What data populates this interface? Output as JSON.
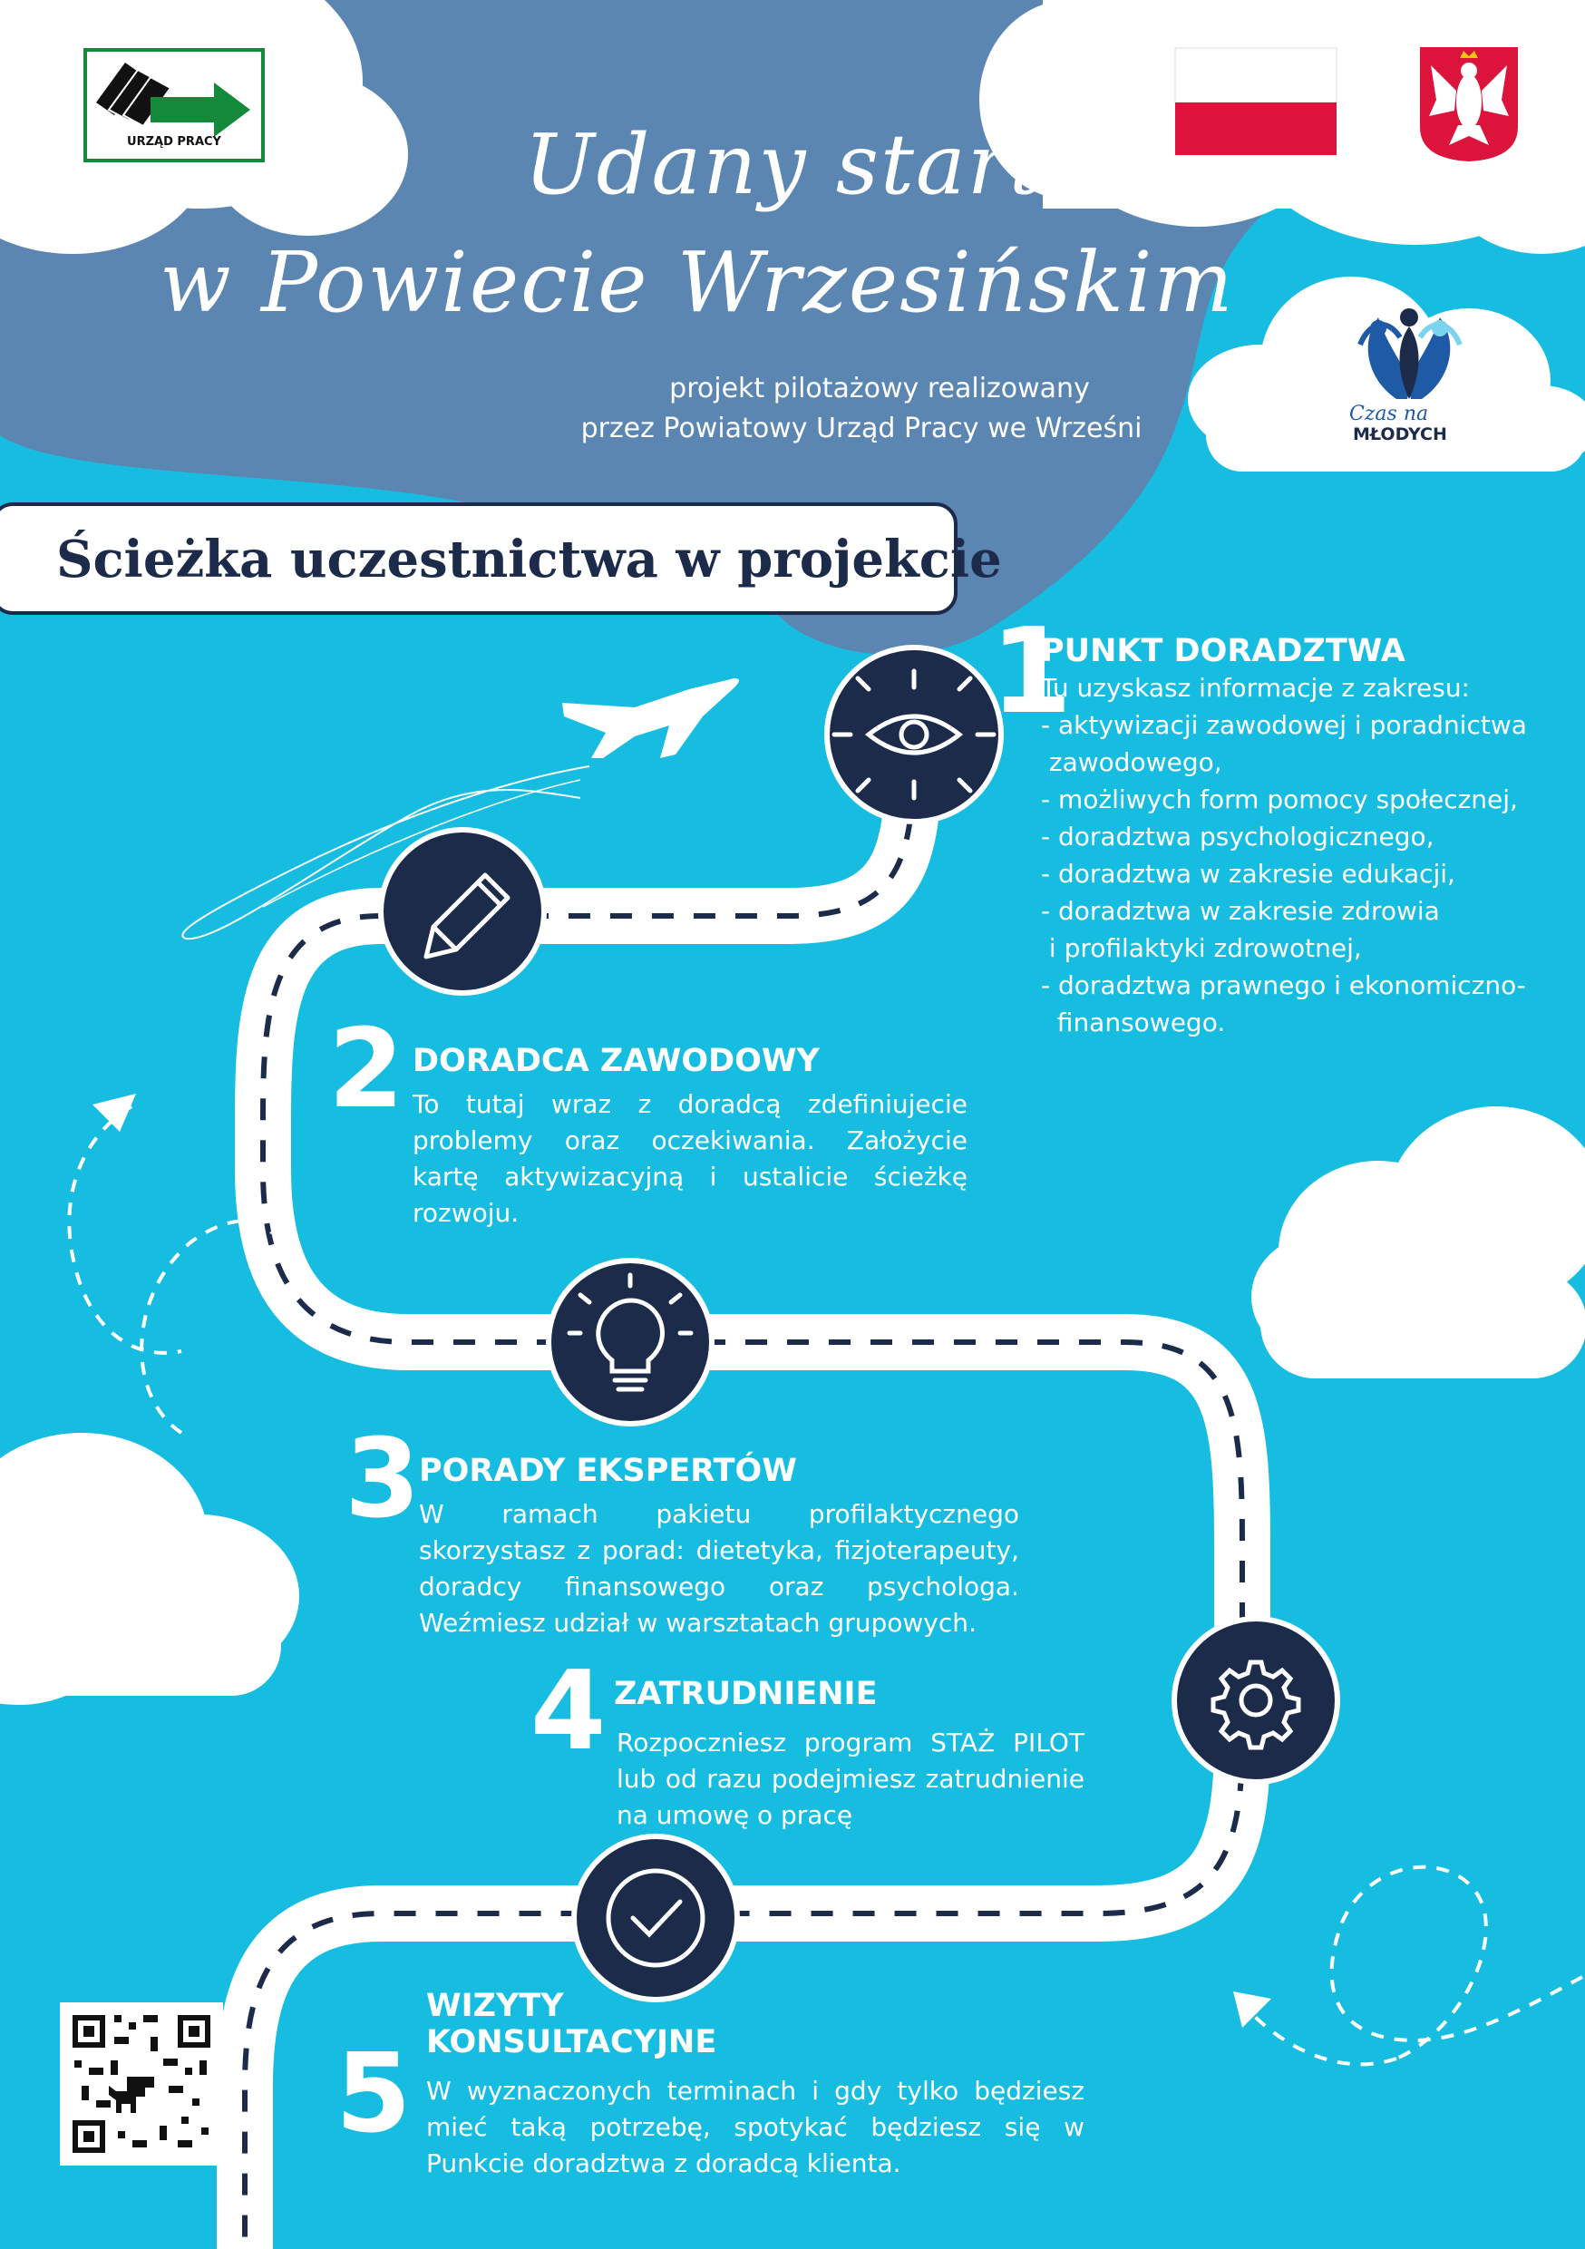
{
  "header": {
    "logo_left_text": "URZĄD PRACY",
    "title_line1": "Udany start",
    "title_line2": "w Powiecie Wrzesińskim",
    "subtitle_line1": "projekt pilotażowy realizowany",
    "subtitle_line2": "przez Powiatowy Urząd Pracy we Wrześni",
    "czas_logo_line1": "Czas na",
    "czas_logo_line2": "MŁODYCH"
  },
  "banner": {
    "text": "Ścieżka uczestnictwa w projekcie"
  },
  "colors": {
    "sky": "#17bde0",
    "navy": "#1c2b4a",
    "blob": "#5b86b2",
    "white": "#ffffff",
    "flag_red": "#dc143c",
    "logo_green": "#138a3a"
  },
  "steps": [
    {
      "number": "1",
      "heading": "PUNKT DORADZTWA",
      "icon": "eye-icon",
      "intro": "Tu uzyskasz informacje z zakresu:",
      "lines": [
        "- aktywizacji zawodowej i poradnictwa",
        " zawodowego,",
        "- możliwych form pomocy społecznej,",
        "- doradztwa psychologicznego,",
        "- doradztwa w zakresie edukacji,",
        "- doradztwa w zakresie zdrowia",
        " i profilaktyki zdrowotnej,",
        "- doradztwa prawnego i ekonomiczno-",
        "  finansowego."
      ]
    },
    {
      "number": "2",
      "heading": "DORADCA ZAWODOWY",
      "icon": "pencil-icon",
      "text": "To tutaj wraz z doradcą zdefiniujecie problemy oraz oczekiwania. Założycie kartę aktywizacyjną i ustalicie ścieżkę rozwoju."
    },
    {
      "number": "3",
      "heading": "PORADY EKSPERTÓW",
      "icon": "lightbulb-icon",
      "text": "W ramach pakietu profilaktycznego skorzystasz z porad: dietetyka, fizjoterapeuty, doradcy finansowego oraz psychologa. Weźmiesz udział w warsztatach grupowych."
    },
    {
      "number": "4",
      "heading": "ZATRUDNIENIE",
      "icon": "gear-icon",
      "text": "Rozpoczniesz program STAŻ PILOT lub od razu podejmiesz zatrudnienie na umowę o pracę"
    },
    {
      "number": "5",
      "heading_line1": "WIZYTY",
      "heading_line2": "KONSULTACYJNE",
      "icon": "checkmark-icon",
      "text": "W wyznaczonych terminach i gdy tylko będziesz mieć taką potrzebę, spotykać będziesz się w Punkcie doradztwa z doradcą klienta."
    }
  ],
  "icons": [
    "airplane-icon",
    "qr-code-icon",
    "dinosaur-icon",
    "polish-flag-icon",
    "eagle-emblem-icon"
  ]
}
